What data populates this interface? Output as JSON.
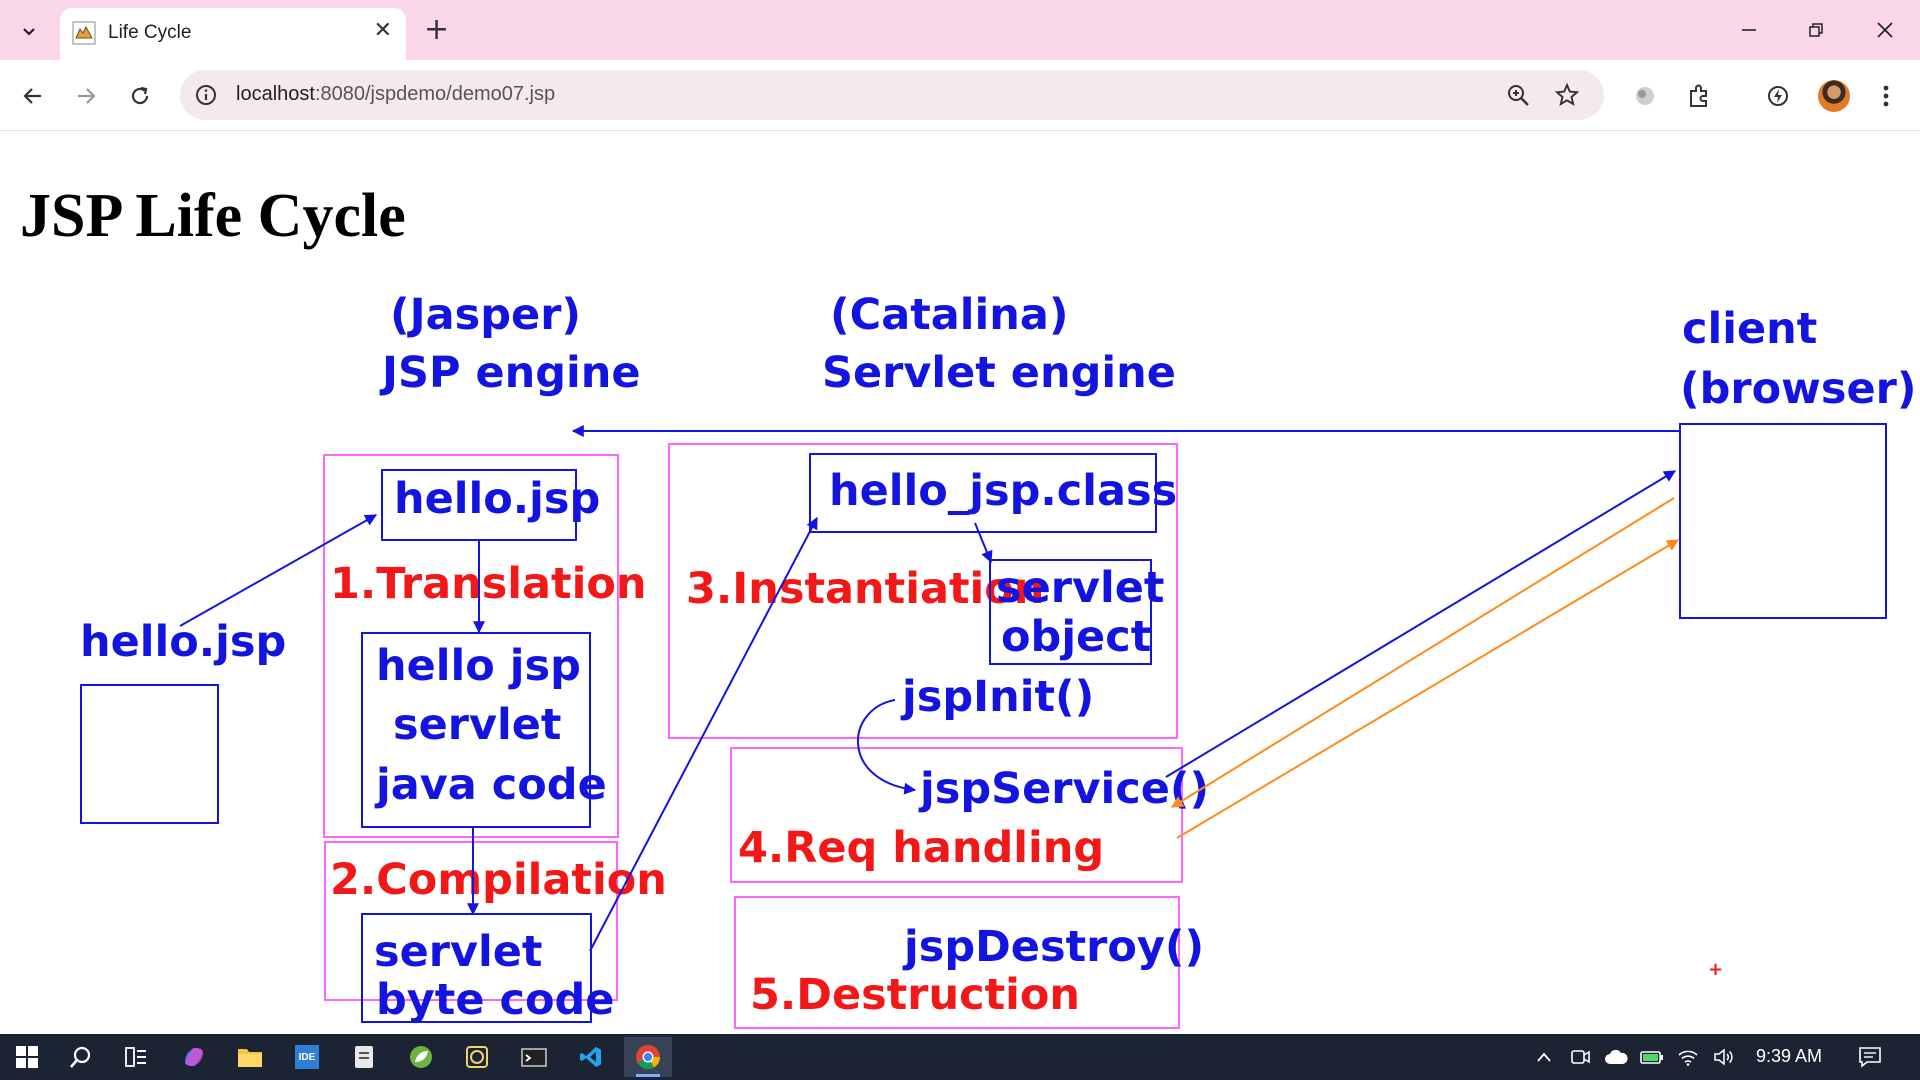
{
  "browser": {
    "tab": {
      "title": "Life Cycle"
    },
    "url": {
      "host": "localhost",
      "rest": ":8080/jspdemo/demo07.jsp"
    }
  },
  "page": {
    "heading": "JSP Life Cycle",
    "annotations": {
      "jasper": "(Jasper)",
      "jsp_engine": "JSP engine",
      "catalina": "(Catalina)",
      "servlet_engine": "Servlet engine",
      "client": "client",
      "browser": "(browser)",
      "hello_jsp_left": "hello.jsp",
      "hello_jsp_box": "hello.jsp",
      "translation": "1.Translation",
      "java_line1": "hello jsp",
      "java_line2": "servlet",
      "java_line3": "java code",
      "compilation": "2.Compilation",
      "byte_line1": "servlet",
      "byte_line2": "byte code",
      "class_file": "hello_jsp.class",
      "instantiation": "3.Instantiation",
      "servlet_obj1": "servlet",
      "servlet_obj2": "object",
      "jsp_init": "jspInit()",
      "jsp_service": "jspService()",
      "req_handling": "4.Req handling",
      "jsp_destroy": "jspDestroy()",
      "destruction": "5.Destruction",
      "mark": "+"
    }
  },
  "taskbar": {
    "time": "9:39 AM",
    "ide_label": "IDE"
  },
  "colors": {
    "pen_blue": "#1414e0",
    "pen_red": "#f21818",
    "pen_magenta": "#ff66ff",
    "pen_orange": "#ff8c1a",
    "tabstrip": "#f9d7e9"
  }
}
